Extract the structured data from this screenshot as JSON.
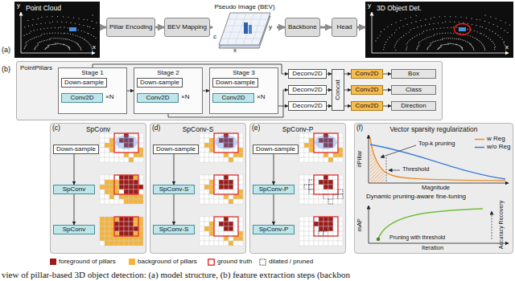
{
  "diagram": {
    "caption": "view of pillar-based 3D object detection: (a) model structure, (b) feature extraction steps (backbon",
    "nodes": [
      {
        "text": [
          "Point Cloud"
        ]
      },
      {
        "text": [
          "Pillar Encoding"
        ]
      },
      {
        "text": [
          "BEV Mapping"
        ]
      },
      {
        "text": [
          "Pseudo Image (BEV)"
        ]
      },
      {
        "text": [
          "Backbone"
        ]
      },
      {
        "text": [
          "Head"
        ]
      },
      {
        "text": [
          "3D Object Det."
        ]
      },
      {
        "text": [
          "PointPillars"
        ]
      },
      {
        "text": [
          "Stage 1"
        ],
        "in": 7
      },
      {
        "text": [
          "Down-sample"
        ],
        "in": 8
      },
      {
        "text": [
          "Conv2D"
        ],
        "in": 8
      },
      {
        "text": [
          "Stage 2"
        ],
        "in": 7
      },
      {
        "text": [
          "Down-sample"
        ],
        "in": 11
      },
      {
        "text": [
          "Conv2D"
        ],
        "in": 11
      },
      {
        "text": [
          "Stage 3"
        ],
        "in": 7
      },
      {
        "text": [
          "Down-sample"
        ],
        "in": 14
      },
      {
        "text": [
          "Conv2D"
        ],
        "in": 14
      },
      {
        "text": [
          "Deconv2D"
        ],
        "in": 7
      },
      {
        "text": [
          "Deconv2D"
        ],
        "in": 7
      },
      {
        "text": [
          "Deconv2D"
        ],
        "in": 7
      },
      {
        "text": [
          "Concat"
        ],
        "in": 7
      },
      {
        "text": [
          "Conv2D"
        ],
        "in": 7
      },
      {
        "text": [
          "Conv2D"
        ],
        "in": 7
      },
      {
        "text": [
          "Conv2D"
        ],
        "in": 7
      },
      {
        "text": [
          "Box"
        ],
        "in": 7
      },
      {
        "text": [
          "Class"
        ],
        "in": 7
      },
      {
        "text": [
          "Direction"
        ],
        "in": 7
      },
      {
        "text": [
          "SpConv"
        ]
      },
      {
        "text": [
          "Down-sample"
        ],
        "in": 27
      },
      {
        "text": [
          "SpConv"
        ],
        "in": 27
      },
      {
        "text": [
          "SpConv"
        ],
        "in": 27
      },
      {
        "text": [
          "SpConv-S"
        ]
      },
      {
        "text": [
          "Down-sample"
        ],
        "in": 31
      },
      {
        "text": [
          "SpConv-S"
        ],
        "in": 31
      },
      {
        "text": [
          "SpConv-S"
        ],
        "in": 31
      },
      {
        "text": [
          "SpConv-P"
        ]
      },
      {
        "text": [
          "Down-sample"
        ],
        "in": 35
      },
      {
        "text": [
          "SpConv-P"
        ],
        "in": 35
      },
      {
        "text": [
          "SpConv-P"
        ],
        "in": 35
      },
      {
        "text": [
          "Vector sparsity regularization"
        ]
      }
    ],
    "edges": [
      {
        "from": 0,
        "to": 1,
        "arrow": "to"
      },
      {
        "from": 1,
        "to": 2,
        "arrow": "to"
      },
      {
        "from": 2,
        "to": 3,
        "arrow": "to"
      },
      {
        "from": 3,
        "to": 4,
        "arrow": "to"
      },
      {
        "from": 4,
        "to": 5,
        "arrow": "to"
      },
      {
        "from": 5,
        "to": 6,
        "arrow": "to"
      },
      {
        "from": 8,
        "to": 11,
        "arrow": "to"
      },
      {
        "from": 11,
        "to": 14,
        "arrow": "to"
      },
      {
        "from": 8,
        "to": 17,
        "arrow": "to"
      },
      {
        "from": 11,
        "to": 18,
        "arrow": "to"
      },
      {
        "from": 14,
        "to": 19,
        "arrow": "to"
      },
      {
        "from": 17,
        "to": 20,
        "arrow": "to"
      },
      {
        "from": 18,
        "to": 20,
        "arrow": "to"
      },
      {
        "from": 19,
        "to": 20,
        "arrow": "to"
      },
      {
        "from": 20,
        "to": 21,
        "arrow": "to"
      },
      {
        "from": 20,
        "to": 22,
        "arrow": "to"
      },
      {
        "from": 20,
        "to": 23,
        "arrow": "to"
      },
      {
        "from": 21,
        "to": 24,
        "arrow": "to"
      },
      {
        "from": 22,
        "to": 25,
        "arrow": "to"
      },
      {
        "from": 23,
        "to": 26,
        "arrow": "to"
      },
      {
        "from": 28,
        "to": 29,
        "arrow": "to"
      },
      {
        "from": 29,
        "to": 30,
        "arrow": "to"
      },
      {
        "from": 32,
        "to": 33,
        "arrow": "to"
      },
      {
        "from": 33,
        "to": 34,
        "arrow": "to"
      },
      {
        "from": 36,
        "to": 37,
        "arrow": "to"
      },
      {
        "from": 37,
        "to": 38,
        "arrow": "to"
      }
    ],
    "labels": [
      "(a)",
      "y",
      "x",
      "c",
      "x",
      "y",
      "y",
      "x",
      "(b)",
      "×N",
      "×N",
      "×N",
      "(c)",
      "(d)",
      "(e)",
      "(f)",
      "#Pillar",
      "Top-k pruning",
      "Threshold",
      "Magnitude",
      "Dynamic pruning-aware fine-tuning",
      "mAP",
      "Pruning with threshold",
      "Accuracy Recovery",
      "Iteration"
    ],
    "legend": [
      {
        "text": "w Reg"
      },
      {
        "text": "w/o Reg"
      },
      {
        "text": "foreground of pillars",
        "color": "#9b1b1b"
      },
      {
        "text": "background of pillars",
        "color": "#f4b43c"
      },
      {
        "text": "ground truth"
      },
      {
        "text": "dilated / pruned"
      }
    ]
  }
}
